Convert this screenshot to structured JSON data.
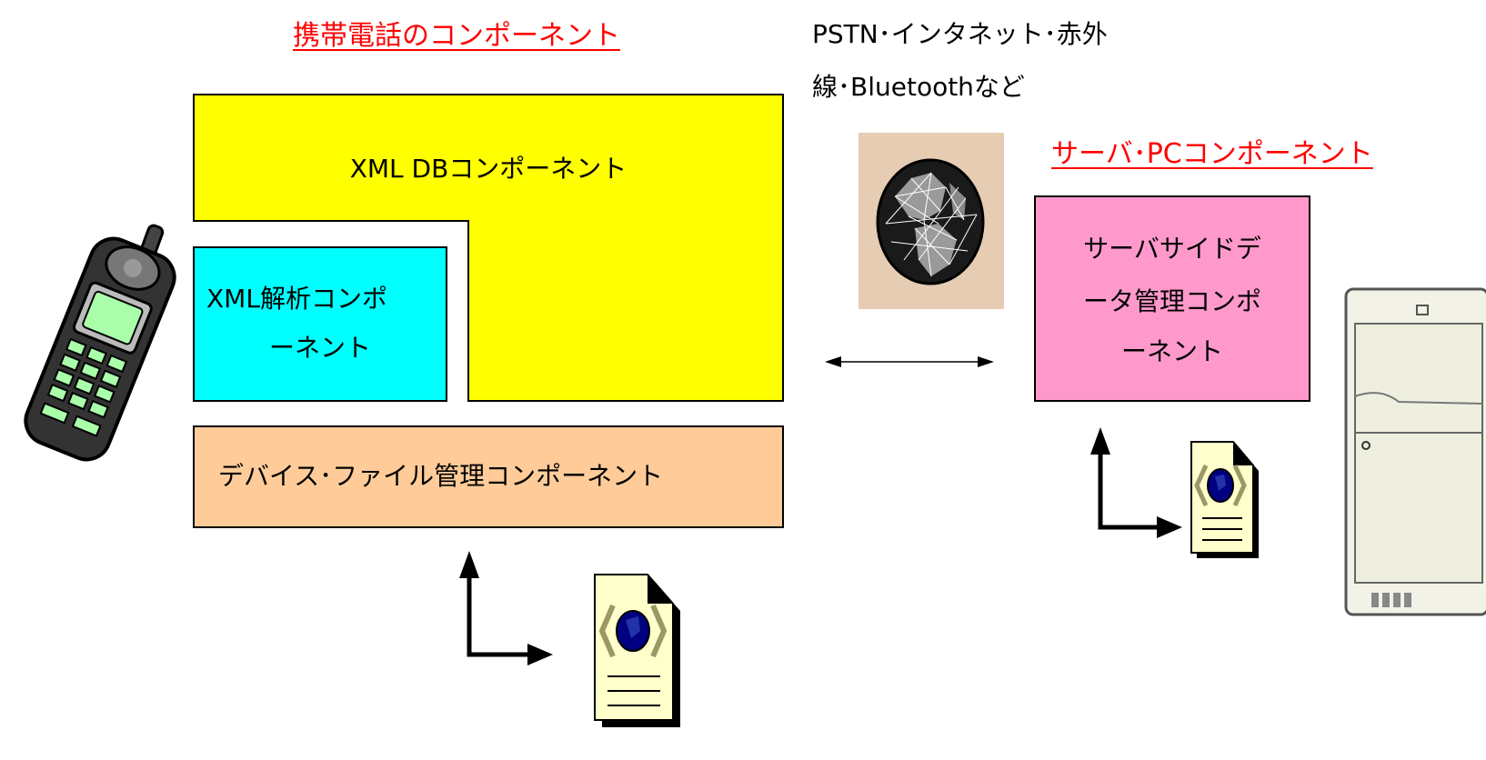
{
  "headings": {
    "phone_components": "携帯電話のコンポーネント",
    "server_components": "サーバ･PCコンポーネント"
  },
  "network_label": {
    "line1": "PSTN･インタネット･赤外",
    "line2": "線･Bluetoothなど"
  },
  "boxes": {
    "xml_db": {
      "label": "XML DBコンポーネント",
      "color": "#ffff00"
    },
    "xml_parser": {
      "lines": [
        "XML解析コンポ",
        "ーネント"
      ],
      "color": "#00ffff"
    },
    "device_file": {
      "label": "デバイス･ファイル管理コンポーネント",
      "color": "#ffcc99"
    },
    "server_data": {
      "lines": [
        "サーバサイドデ",
        "ータ管理コンポ",
        "ーネント"
      ],
      "color": "#ff99cc"
    }
  },
  "icons": {
    "phone": "mobile-phone-icon",
    "globe": "globe-network-icon",
    "xml_doc": "xml-document-icon",
    "server": "server-cabinet-icon",
    "bidirectional": "double-arrow-icon",
    "elbow": "elbow-arrow-icon"
  }
}
